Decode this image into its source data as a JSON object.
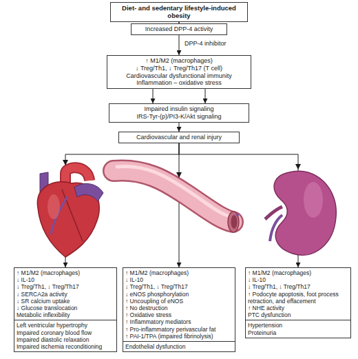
{
  "diagram": {
    "nodes": [
      {
        "text": [
          "Diet- and sedentary lifestyle-induced obesity"
        ]
      },
      {
        "text": [
          "Increased DPP-4 activity"
        ]
      },
      {
        "text": [
          "↑ M1/M2 (macrophages)",
          "↓ Treg/Th1, ↓ Treg/Th17 (T cell)",
          "Cardiovascular dysfunctional immunity",
          "Inflammation – oxidative stress"
        ]
      },
      {
        "text": [
          "Impaired insulin signaling",
          "IRS-Tyr-(p)/PI3-K/Akt signaling"
        ]
      },
      {
        "text": [
          "Cardiovascular and renal injury"
        ]
      },
      {
        "text": [
          "↑ M1/M2 (macrophages)",
          "↓ IL-10",
          "↓ Treg/Th1, ↓ Treg/Th17",
          "↓ SERCA2a activity",
          "↓ SR calcium uptake",
          "↓ Glucose translocation",
          "Metabolic inflexibility",
          "Left ventricular hypertrophy",
          "Impaired coronary blood flow",
          "Impaired diastolic relaxation",
          "Impaired ischemia reconditioning"
        ]
      },
      {
        "text": [
          "↑ M1/M2 (macrophages)",
          "↓ IL-10",
          "↓ Treg/Th1, ↓ Treg/Th17",
          "↓ eNOS phosphorylation",
          "↑ Uncoupling of eNOS",
          "↑ No destruction",
          "↑ Oxidative stress",
          "↑ Inflammatory mediators",
          "↑ Pro-inflammatory perivascular fat",
          "↑ PAI-1/TPA (impaired fibrinolysis)",
          "Endothelial dysfunction"
        ]
      },
      {
        "text": [
          "↑ M1/M2 (macrophages)",
          "↓ IL-10",
          "↓ Treg/Th1, ↓ Treg/Th17",
          "↑ Podocyte apoptosis, foot process retraction, and effacement",
          "↑ NHE activity",
          "PTC dysfunction",
          "Hypertension",
          "Proteinuria"
        ]
      }
    ],
    "edges": [
      {
        "from": 0,
        "to": 1,
        "arrow": "to"
      },
      {
        "from": 1,
        "to": 2,
        "arrow": "to",
        "label": "DPP-4 inhibitor"
      },
      {
        "from": 2,
        "to": 3,
        "arrow": "to"
      },
      {
        "from": 2,
        "to": 3,
        "arrow": "to"
      },
      {
        "from": 3,
        "to": 4,
        "arrow": "to"
      },
      {
        "from": 4,
        "to": 5,
        "arrow": "to"
      },
      {
        "from": 4,
        "to": 6,
        "arrow": "to"
      },
      {
        "from": 4,
        "to": 7,
        "arrow": "to"
      }
    ]
  }
}
